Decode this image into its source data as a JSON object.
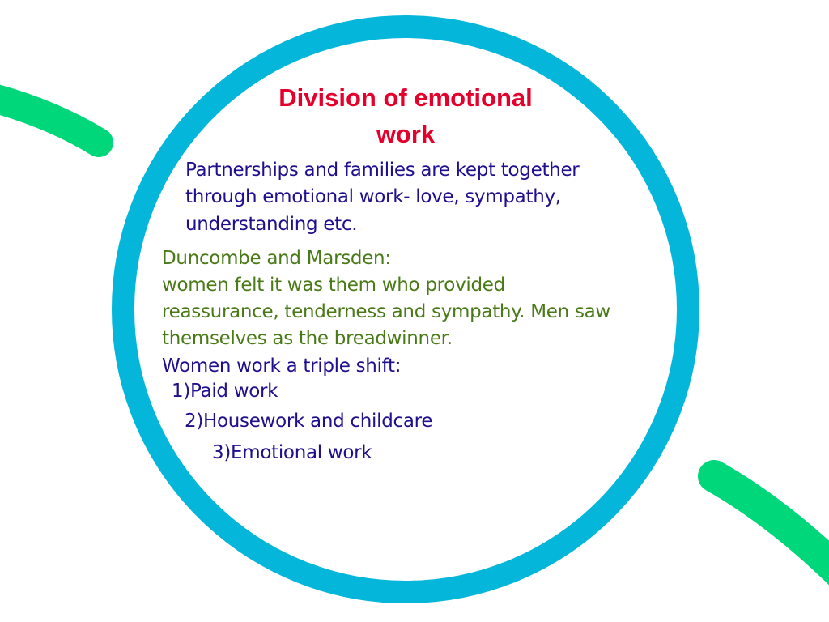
{
  "colors": {
    "ring": "#04b6d9",
    "accent_arc": "#00d67a",
    "title": "#e4002b",
    "blue_text": "#1f0e8e",
    "green_text": "#4a7a17"
  },
  "slide": {
    "title_line1": "Division of emotional",
    "title_line2": "work",
    "intro_lines": [
      "Partnerships and families are kept together",
      "through emotional work- love, sympathy,",
      "understanding etc."
    ],
    "study_lines": [
      "Duncombe and Marsden:",
      "women felt it was them who provided",
      "reassurance, tenderness and sympathy. Men saw",
      "themselves as the breadwinner."
    ],
    "triple_shift_heading": "Women work a triple shift:",
    "triple_shift_items": [
      "1)Paid work",
      "2)Housework and childcare",
      "3)Emotional work"
    ]
  }
}
